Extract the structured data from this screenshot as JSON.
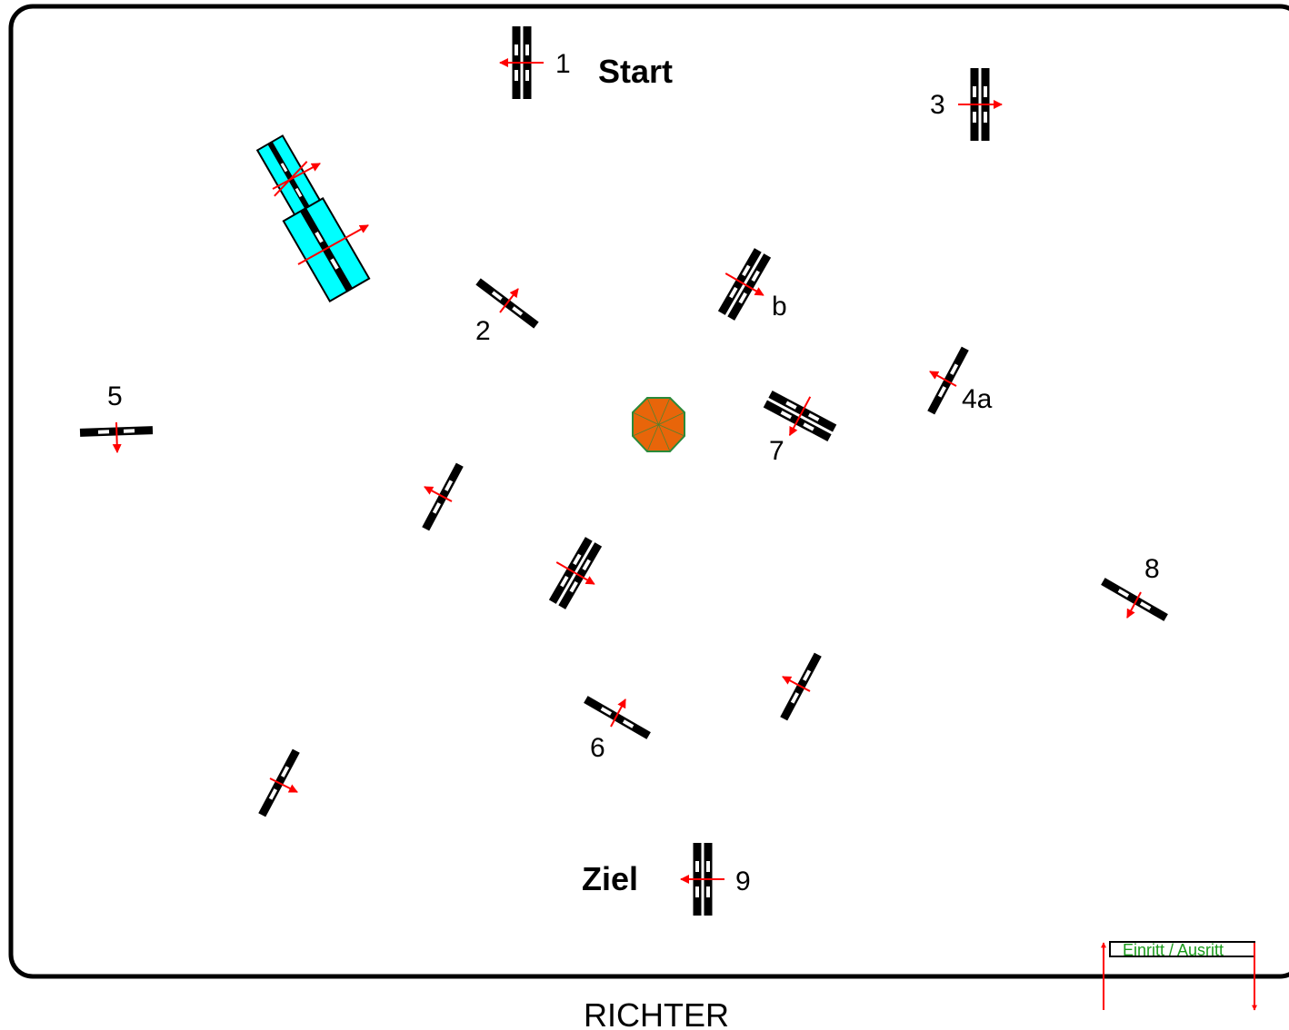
{
  "labels": {
    "start": "Start",
    "ziel": "Ziel",
    "richter": "RICHTER",
    "entry": "Einritt / Ausritt"
  },
  "obstacles": [
    {
      "id": "1",
      "number": "1",
      "kind": "oxer"
    },
    {
      "id": "3",
      "number": "3",
      "kind": "oxer"
    },
    {
      "id": "2",
      "number": "2",
      "kind": "vertical"
    },
    {
      "id": "b",
      "number": "b",
      "kind": "oxer"
    },
    {
      "id": "4a",
      "number": "4a",
      "kind": "vertical"
    },
    {
      "id": "5",
      "number": "5",
      "kind": "vertical"
    },
    {
      "id": "7",
      "number": "7",
      "kind": "oxer"
    },
    {
      "id": "8",
      "number": "8",
      "kind": "vertical"
    },
    {
      "id": "6",
      "number": "6",
      "kind": "vertical"
    },
    {
      "id": "9",
      "number": "9",
      "kind": "oxer"
    },
    {
      "id": "water-1",
      "number": "",
      "kind": "water"
    },
    {
      "id": "water-2",
      "number": "",
      "kind": "water"
    },
    {
      "id": "u1",
      "number": "",
      "kind": "vertical"
    },
    {
      "id": "u2",
      "number": "",
      "kind": "oxer"
    },
    {
      "id": "u3",
      "number": "",
      "kind": "vertical"
    },
    {
      "id": "u4",
      "number": "",
      "kind": "vertical"
    }
  ],
  "colors": {
    "border": "#000000",
    "arrow": "#ff0000",
    "water": "#00ffff",
    "octagon_fill": "#e8650a",
    "octagon_stroke": "#2a8a3a",
    "entry_text": "#1a9a1a"
  }
}
